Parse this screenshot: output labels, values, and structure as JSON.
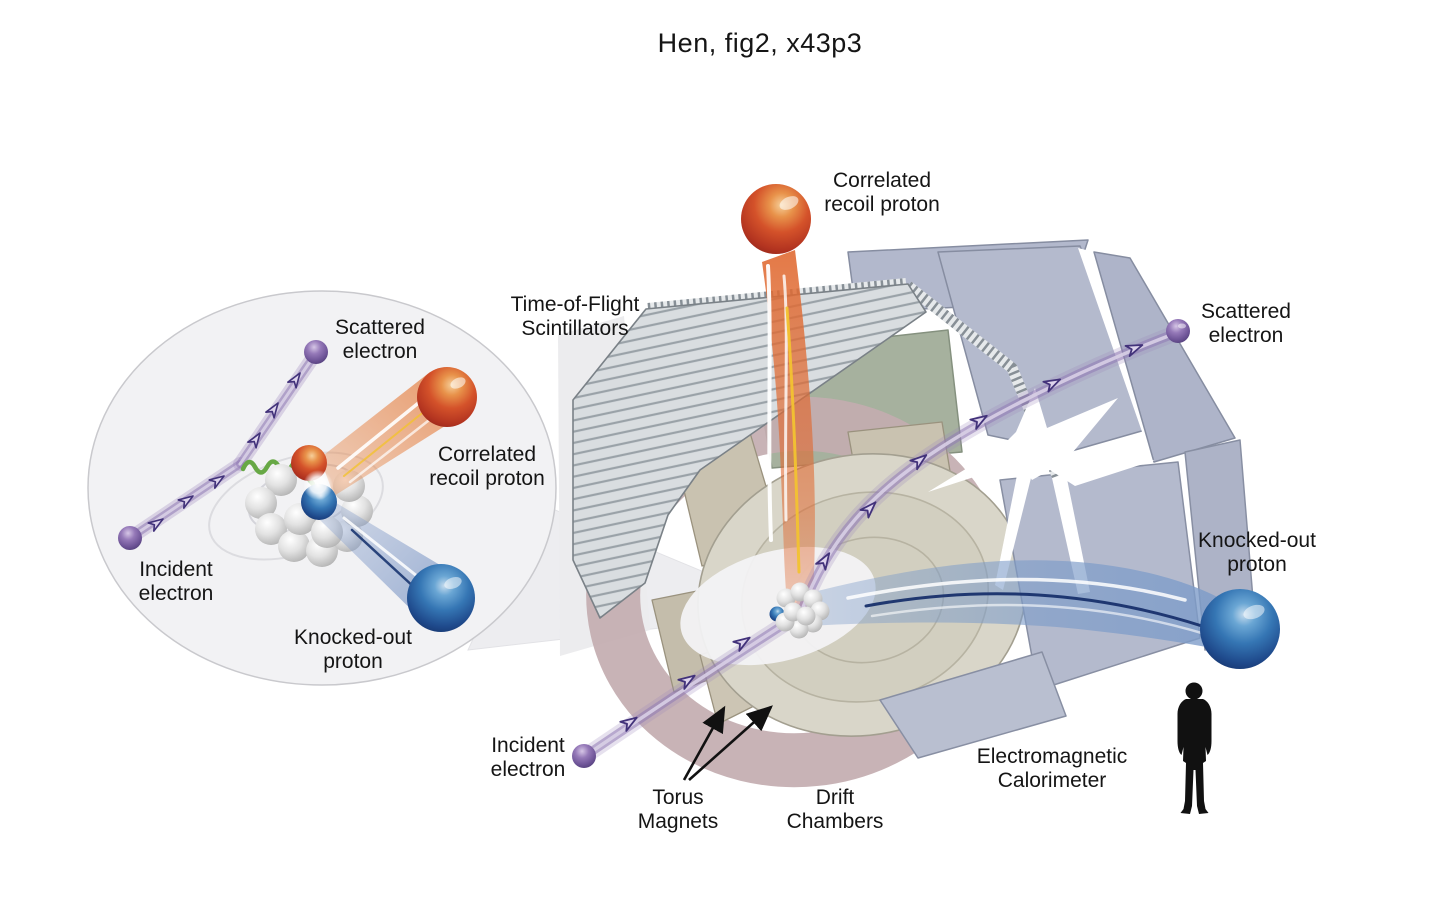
{
  "title": "Hen, fig2, x43p3",
  "detector_labels": {
    "tof": {
      "line1": "Time-of-Flight",
      "line2": "Scintillators"
    },
    "recoil_proton": {
      "line1": "Correlated",
      "line2": "recoil proton"
    },
    "scattered_electron": {
      "line1": "Scattered",
      "line2": "electron"
    },
    "knocked_out_proton": {
      "line1": "Knocked-out",
      "line2": "proton"
    },
    "incident_electron": {
      "line1": "Incident",
      "line2": "electron"
    },
    "torus_magnets": {
      "line1": "Torus",
      "line2": "Magnets"
    },
    "drift_chambers": {
      "line1": "Drift",
      "line2": "Chambers"
    },
    "em_calorimeter": {
      "line1": "Electromagnetic",
      "line2": "Calorimeter"
    }
  },
  "inset_labels": {
    "scattered_electron": {
      "line1": "Scattered",
      "line2": "electron"
    },
    "recoil_proton": {
      "line1": "Correlated",
      "line2": "recoil proton"
    },
    "incident_electron": {
      "line1": "Incident",
      "line2": "electron"
    },
    "knocked_out_proton": {
      "line1": "Knocked-out",
      "line2": "proton"
    }
  },
  "colors": {
    "electron_track_purple": "#9b86bd",
    "electron_sphere_purple": "#7a5fa0",
    "proton_red": "#c84227",
    "proton_blue": "#2b5ea8",
    "recoil_beam_orange": "#e07a45",
    "knockout_beam_blue": "#7d9cc9",
    "virtual_photon_green": "#67a845",
    "tof_panel_gray": "#d9dde0",
    "calorimeter_gray_blue": "#b4bacd",
    "torus_ring_mauve": "#c3adb0",
    "drift_chamber_beige": "#d9d6c9"
  }
}
